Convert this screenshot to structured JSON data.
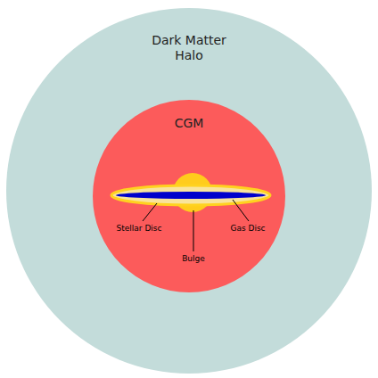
{
  "diagram": {
    "nodes": [
      {
        "text": [
          "Dark Matter Halo"
        ]
      },
      {
        "text": [
          "CGM"
        ],
        "in": 0
      }
    ],
    "labels": [
      "Stellar Disc",
      "Gas Disc",
      "Bulge"
    ]
  }
}
